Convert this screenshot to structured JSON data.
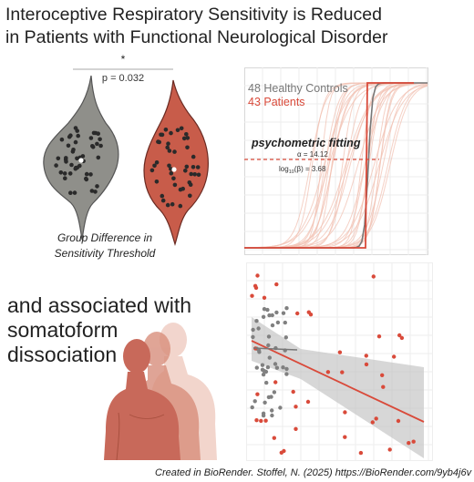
{
  "title_line1": "Interoceptive Respiratory Sensitivity is Reduced",
  "title_line2": "in Patients with Functional Neurological Disorder",
  "violin": {
    "significance_mark": "*",
    "p_value": "p = 0.032",
    "caption_line1": "Group Difference in",
    "caption_line2": "Sensitivity Threshold",
    "colors": {
      "controls": "#8f8f8a",
      "patients": "#c85c4a"
    }
  },
  "psychometric": {
    "legend_controls": "48 Healthy Controls",
    "legend_patients": "43 Patients",
    "fit_label": "psychometric fitting",
    "alpha_label": "α = 14.12",
    "beta_prefix": "log",
    "beta_sub": "10",
    "beta_suffix": "(β) = 3.68",
    "colors": {
      "controls": "#777777",
      "patients": "#d94a3a"
    }
  },
  "association": {
    "line1": "and associated with",
    "line2": "somatoform",
    "line3": "dissociation"
  },
  "scatter": {
    "colors": {
      "controls": "#808080",
      "patients": "#d94a3a",
      "band": "#bdbdbd"
    }
  },
  "credit": "Created in BioRender. Stoffel, N. (2025) https://BioRender.com/9yb4j6v"
}
